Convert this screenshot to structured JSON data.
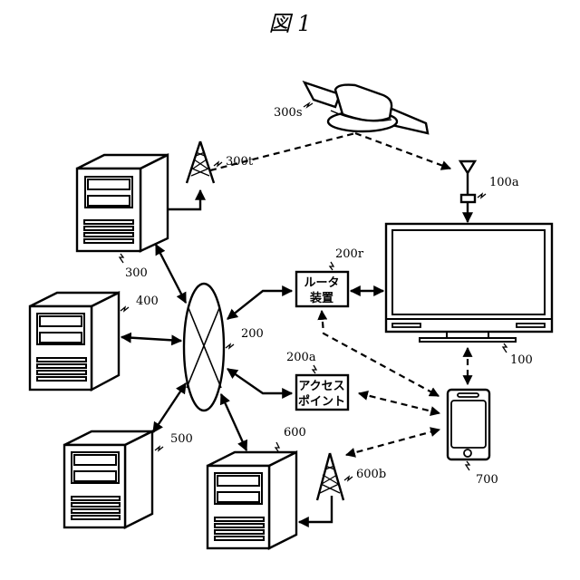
{
  "figure": {
    "title": "図 1"
  },
  "labels": {
    "satellite": "300s",
    "tower_300": "300t",
    "server_300": "300",
    "server_400": "400",
    "server_500": "500",
    "server_600": "600",
    "tower_600": "600b",
    "network": "200",
    "router": "200r",
    "access_point": "200a",
    "tv_antenna": "100a",
    "tv": "100",
    "smartphone": "700"
  },
  "boxes": {
    "router_line1": "ルータ",
    "router_line2": "装置",
    "ap_line1": "アクセス",
    "ap_line2": "ポイント"
  },
  "colors": {
    "ink": "#000000",
    "background": "#ffffff"
  }
}
